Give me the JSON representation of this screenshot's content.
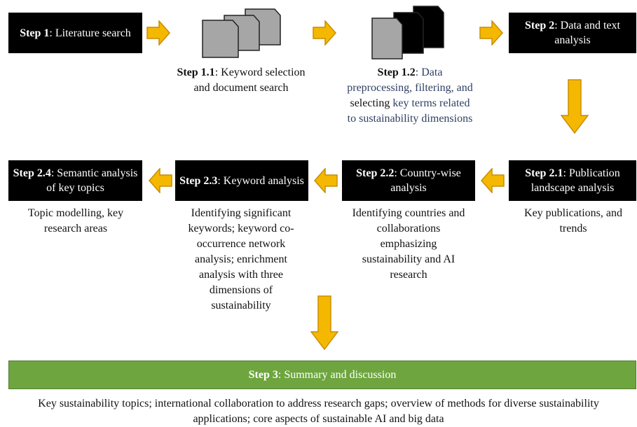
{
  "steps": {
    "s1": {
      "bold": "Step 1",
      "text": ": Literature search"
    },
    "s2": {
      "bold": "Step 2",
      "text": ": Data and text analysis"
    },
    "s11": {
      "bold": "Step 1.1",
      "text": ": Keyword selection and document search"
    },
    "s12": {
      "bold": "Step 1.2",
      "text_a": ": Data preprocessing, filtering, and ",
      "text_b": "selecting",
      "text_c": " key terms related to sustainability dimensions"
    },
    "s24": {
      "bold": "Step 2.4",
      "text": ": Semantic analysis of key topics",
      "desc": "Topic modelling, key research areas"
    },
    "s23": {
      "bold": "Step 2.3",
      "text": ": Keyword analysis",
      "desc": "Identifying significant keywords; keyword co-occurrence network analysis; enrichment analysis with three dimensions of sustainability"
    },
    "s22": {
      "bold": "Step 2.2",
      "text": ": Country-wise analysis",
      "desc": "Identifying countries and collaborations emphasizing sustainability and AI research"
    },
    "s21": {
      "bold": "Step 2.1",
      "text": ": Publication landscape analysis",
      "desc": "Key publications, and trends"
    },
    "s3": {
      "bold": "Step 3",
      "text": ": Summary and discussion",
      "desc": "Key sustainability topics; international collaboration to address research gaps; overview of methods for diverse sustainability applications; core aspects of sustainable AI and big data"
    }
  },
  "colors": {
    "arrow": "#f5b800",
    "arrow_stroke": "#c98d00",
    "box": "#000000",
    "green": "#6ea53f",
    "doc_gray": "#a6a6a6"
  }
}
